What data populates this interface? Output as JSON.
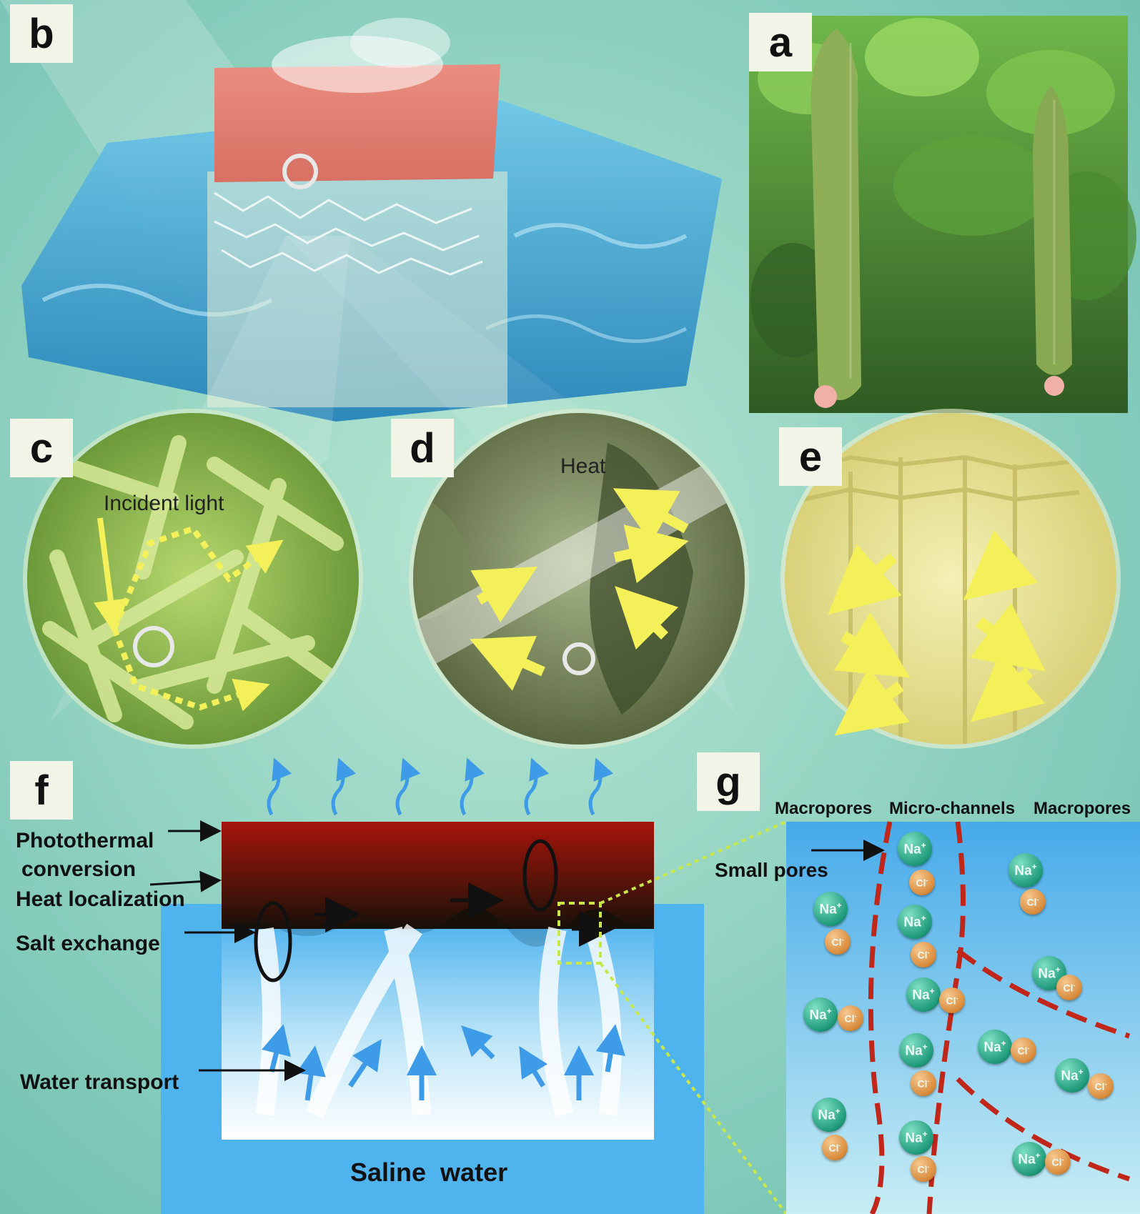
{
  "panels": {
    "a": "a",
    "b": "b",
    "c": "c",
    "d": "d",
    "e": "e",
    "f": "f",
    "g": "g"
  },
  "labels": {
    "incident_light": "Incident light",
    "heat": "Heat",
    "photothermal_1": "Photothermal",
    "photothermal_2": "conversion",
    "heat_localization": "Heat localization",
    "salt_exchange": "Salt exchange",
    "water_transport": "Water transport",
    "saline_water": "Saline  water",
    "macropores_left": "Macropores",
    "micro_channels": "Micro-channels",
    "macropores_right": "Macropores",
    "small_pores": "Small pores"
  },
  "ions": {
    "sodium": "Na",
    "sodium_sup": "+",
    "chloride": "Cl",
    "chloride_sup": "-"
  },
  "colors": {
    "background": "#8fd0bd",
    "water_blue": "#4fb3ee",
    "photothermal_red": "#9a1a10",
    "channel_dash": "#c0261a",
    "sodium_green": "#1e9a7a",
    "chloride_orange": "#d88a3a",
    "light_arrow_yellow": "#f3f05a"
  }
}
